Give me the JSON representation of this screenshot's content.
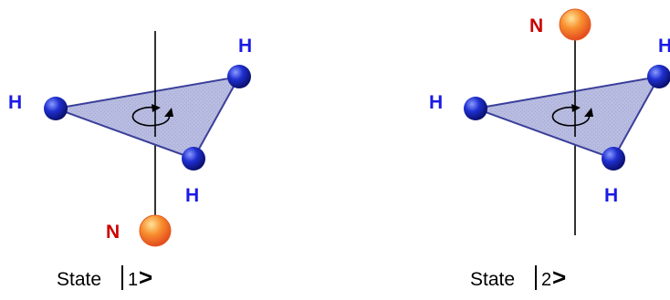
{
  "colors": {
    "hydrogen_label": "#1a1ae6",
    "nitrogen_label": "#cc0000",
    "plane_fill": "#b8bce0",
    "plane_edge": "#3a3f9a",
    "hydrogen_atom": "#1f2fd0",
    "nitrogen_atom": "#f26a28",
    "axis": "#000000"
  },
  "state1": {
    "atoms": {
      "h_left": "H",
      "h_top_right": "H",
      "h_bottom": "H",
      "n": "N"
    },
    "caption": {
      "word": "State",
      "number": "1",
      "bracket": ">"
    }
  },
  "state2": {
    "atoms": {
      "n": "N",
      "h_left": "H",
      "h_top_right": "H",
      "h_bottom": "H"
    },
    "caption": {
      "word": "State",
      "number": "2",
      "bracket": ">"
    }
  }
}
